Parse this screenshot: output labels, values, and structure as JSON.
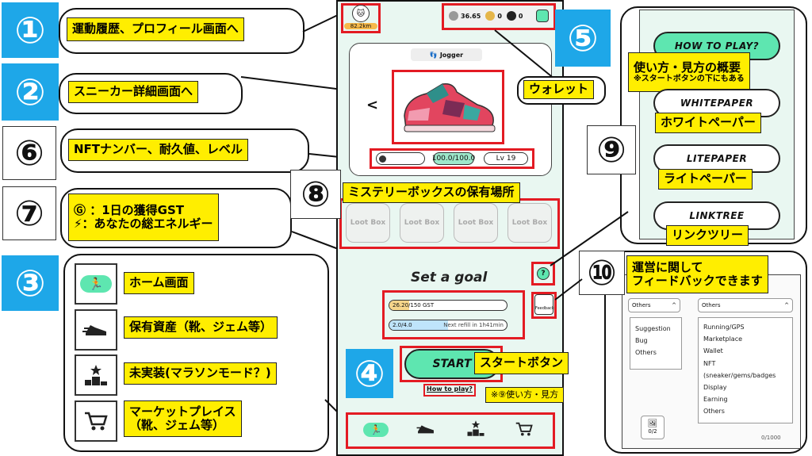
{
  "numbers": {
    "n1": "①",
    "n2": "②",
    "n3": "③",
    "n4": "④",
    "n5": "⑤",
    "n6": "⑥",
    "n7": "⑦",
    "n8": "⑧",
    "n9": "⑨",
    "n10": "⑩"
  },
  "labels": {
    "l1": "運動履歴、プロフィール画面へ",
    "l2": "スニーカー詳細画面へ",
    "l6": "NFTナンバー、耐久値、レベル",
    "l7a": "Ⓖ ：1日の獲得GST",
    "l7b": "⚡：あなたの総エネルギー",
    "home": "ホーム画面",
    "assets": "保有資産（靴、ジェム等）",
    "unimpl": "未実装(マラソンモード？)",
    "market1": "マーケットプレイス",
    "market2": "（靴、ジェム等）",
    "wallet": "ウォレット",
    "mystery": "ミステリーボックスの保有場所",
    "howto": "使い方・見方の概要",
    "howto_note": "※スタートボタンの下にもある",
    "whitepaper": "ホワイトペーパー",
    "litepaper": "ライトペーパー",
    "linktree": "リンクツリー",
    "feedback1": "運営に関して",
    "feedback2": "フィードバックできます",
    "start": "スタートボタン",
    "start_note": "※⑨使い方・見方"
  },
  "app": {
    "distance": "82.2km",
    "wallet_balance": "36.65",
    "gst": "0",
    "gmt": "0",
    "sneaker_type": "Jogger",
    "durability": "100.0/100.0",
    "level": "Lv 19",
    "loot": [
      "Loot Box",
      "Loot Box",
      "Loot Box",
      "Loot Box"
    ],
    "goal_title": "Set a goal",
    "gst_progress": "26.20/150 GST",
    "energy": "2.0/4.0",
    "refill": "Next refill in 1h41min",
    "start_button": "START",
    "how_to_play": "How to play?",
    "help": "?",
    "feedback_icon": "Feedback",
    "prev": "<"
  },
  "right_panel": {
    "how_to_play": "HOW TO PLAY?",
    "whitepaper": "WHITEPAPER",
    "litepaper": "LITEPAPER",
    "linktree": "LINKTREE"
  },
  "feedback_panel": {
    "select_left": "Others",
    "select_right": "Others",
    "left_options": [
      "Suggestion",
      "Bug",
      "Others"
    ],
    "right_options": [
      "Running/GPS",
      "Marketplace",
      "Wallet",
      "NFT (sneaker/gems/badges",
      "Display",
      "Earning",
      "Others"
    ],
    "image_count": "0/2",
    "char_count": "0/1000"
  },
  "colors": {
    "accent": "#5ee6b0",
    "blue": "#1ea7e8",
    "yellow": "#ffee00",
    "red": "#e31b23"
  }
}
